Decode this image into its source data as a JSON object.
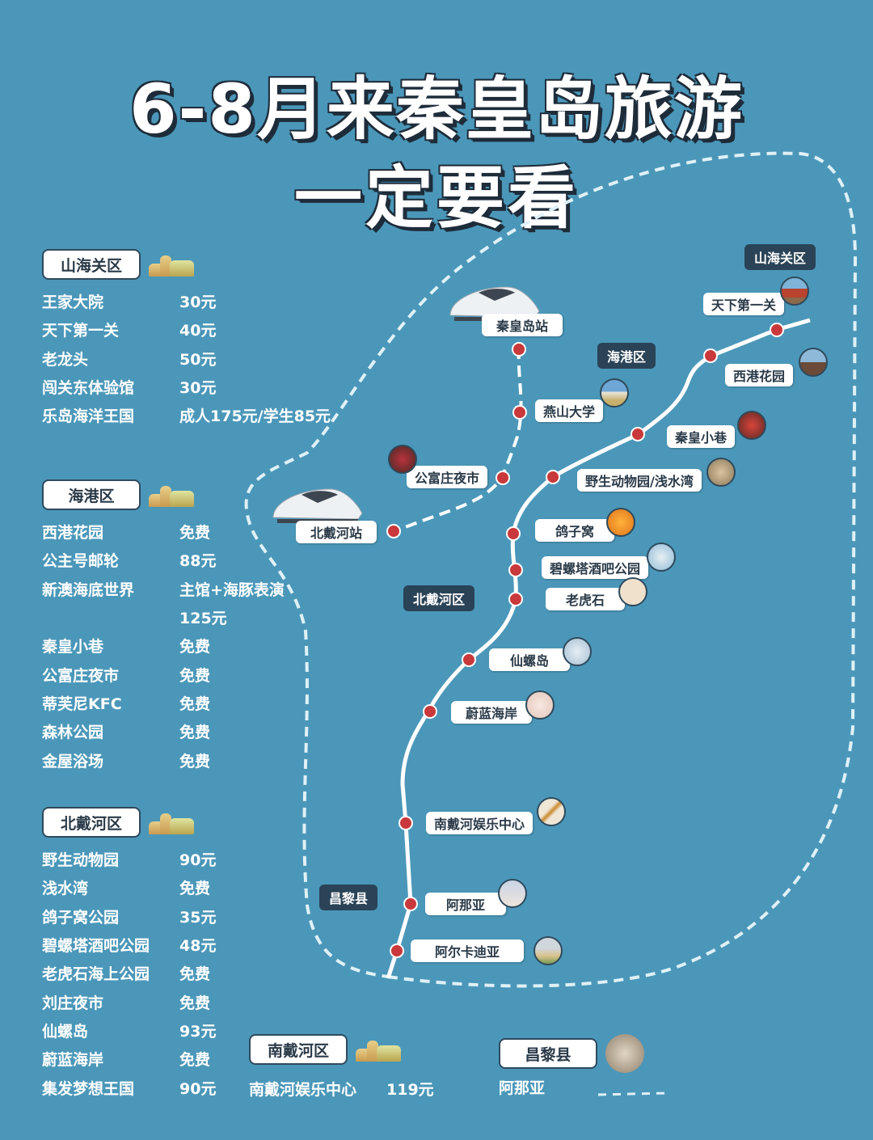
{
  "title": {
    "line1": "6-8月来秦皇岛旅游",
    "line2": "一定要看"
  },
  "colors": {
    "background": "#4b97b9",
    "dark_label": "#2a4357",
    "stop_dot": "#c9383a",
    "route_line": "#ffffff"
  },
  "sections": [
    {
      "district": "山海关区",
      "items": [
        {
          "name": "王家大院",
          "price": "30元"
        },
        {
          "name": "天下第一关",
          "price": "40元"
        },
        {
          "name": "老龙头",
          "price": "50元"
        },
        {
          "name": "闯关东体验馆",
          "price": "30元"
        },
        {
          "name": "乐岛海洋王国",
          "price": "成人175元/学生85元"
        }
      ]
    },
    {
      "district": "海港区",
      "items": [
        {
          "name": "西港花园",
          "price": "免费"
        },
        {
          "name": "公主号邮轮",
          "price": "88元"
        },
        {
          "name": "新澳海底世界",
          "price": "主馆+海豚表演"
        },
        {
          "name": "",
          "price": "125元"
        },
        {
          "name": "秦皇小巷",
          "price": "免费"
        },
        {
          "name": "公富庄夜市",
          "price": "免费"
        },
        {
          "name": "蒂芙尼KFC",
          "price": "免费"
        },
        {
          "name": "森林公园",
          "price": "免费"
        },
        {
          "name": "金屋浴场",
          "price": "免费"
        }
      ]
    },
    {
      "district": "北戴河区",
      "items": [
        {
          "name": "野生动物园",
          "price": "90元"
        },
        {
          "name": "浅水湾",
          "price": "免费"
        },
        {
          "name": "鸽子窝公园",
          "price": "35元"
        },
        {
          "name": "碧螺塔酒吧公园",
          "price": "48元"
        },
        {
          "name": "老虎石海上公园",
          "price": "免费"
        },
        {
          "name": "刘庄夜市",
          "price": "免费"
        },
        {
          "name": "仙螺岛",
          "price": "93元"
        },
        {
          "name": "蔚蓝海岸",
          "price": "免费"
        },
        {
          "name": "集发梦想王国",
          "price": "90元"
        }
      ]
    },
    {
      "district": "南戴河区",
      "items": [
        {
          "name": "南戴河娱乐中心",
          "price": "119元"
        }
      ]
    },
    {
      "district": "昌黎县",
      "items": [
        {
          "name": "阿那亚",
          "price": ""
        }
      ]
    }
  ],
  "map": {
    "districts": [
      "山海关区",
      "海港区",
      "北戴河区",
      "昌黎县"
    ],
    "stations": [
      "秦皇岛站",
      "北戴河站"
    ],
    "stops": [
      "天下第一关",
      "西港花园",
      "燕山大学",
      "秦皇小巷",
      "公富庄夜市",
      "野生动物园/浅水湾",
      "鸽子窝",
      "碧螺塔酒吧公园",
      "老虎石",
      "仙螺岛",
      "蔚蓝海岸",
      "南戴河娱乐中心",
      "阿那亚",
      "阿尔卡迪亚"
    ]
  }
}
